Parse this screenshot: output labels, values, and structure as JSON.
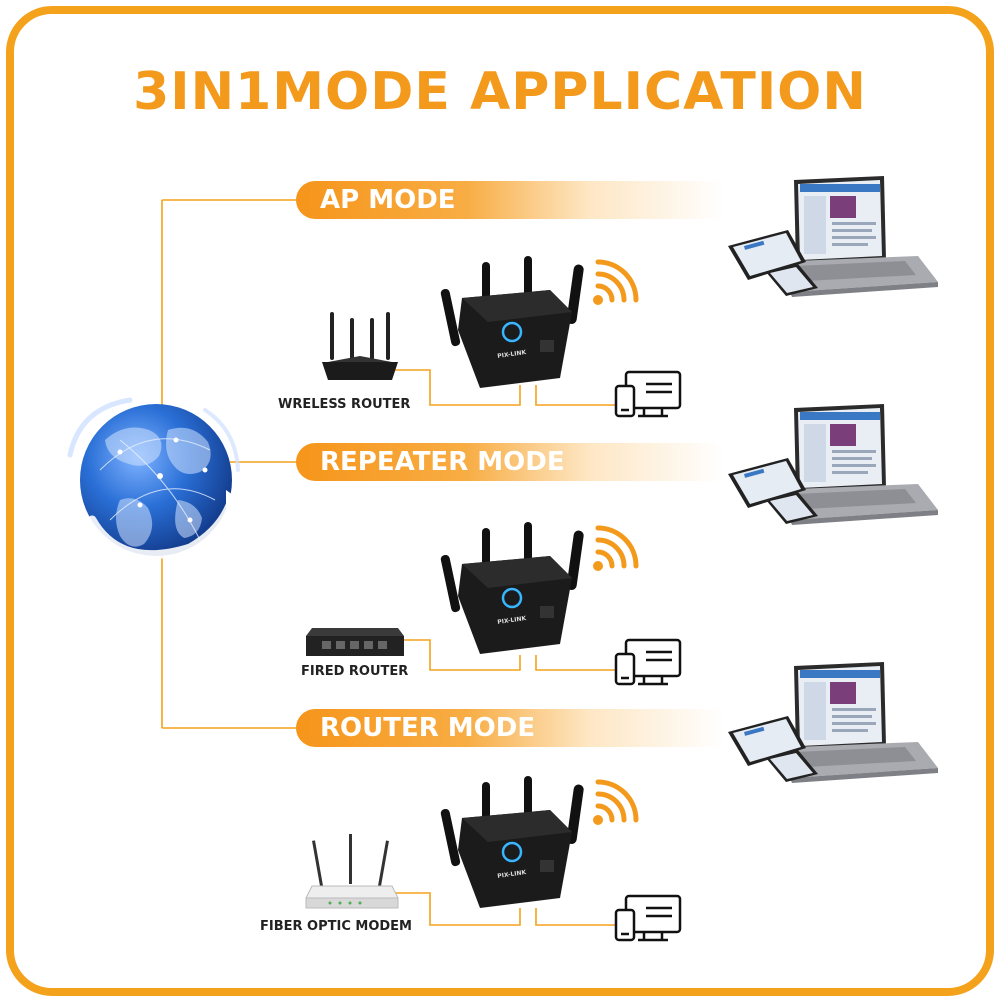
{
  "title": "3IN1MODE APPLICATION",
  "modes": [
    {
      "label": "AP MODE",
      "source": "WRELESS ROUTER"
    },
    {
      "label": "REPEATER MODE",
      "source": "FIRED ROUTER"
    },
    {
      "label": "ROUTER MODE",
      "source": "FIBER OPTIC MODEM"
    }
  ],
  "device_label": "PIX-LINK",
  "colors": {
    "accent": "#f39a1c",
    "line": "#f4a21c",
    "device": "#1a1a1a",
    "globe": "#1f5fbf"
  }
}
